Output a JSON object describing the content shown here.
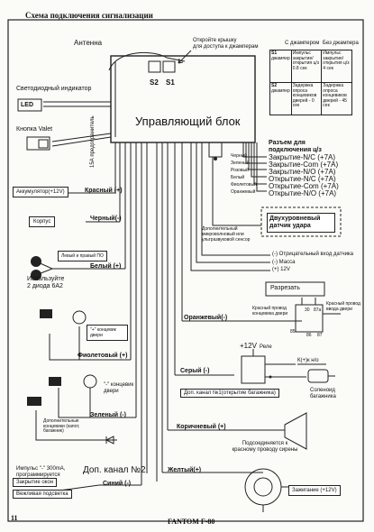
{
  "header": {
    "title": "Схема подключения сигнализации",
    "page_number": "11",
    "model": "FANTOM F-80"
  },
  "unit": {
    "title": "Управляющий блок",
    "s2": "S2",
    "s1": "S1",
    "cover_note": "Откройте крышку\nдля доступа к джамперам",
    "antenna": "Антенна"
  },
  "jumper_table": {
    "head_with": "С джампером",
    "head_without": "Без джампера",
    "rows": [
      {
        "id": "S1",
        "sub": "джампер",
        "with": "Импульс закрытие/ открытия ц/з 0.8 сек",
        "without": "Импульс закрытие/ открытия ц/з 4 сек"
      },
      {
        "id": "S2",
        "sub": "джампер",
        "with": "Задержка опроса концевиков дверей - 0 сек",
        "without": "Задержка опроса концевиков дверей - 45 сек"
      }
    ]
  },
  "led": {
    "label": "Светодиодный индикатор",
    "badge": "LED"
  },
  "valet": {
    "label": "Кнопка Valet"
  },
  "fuse_label": "15А предохранитель",
  "battery": {
    "box": "Аккумулятор(+12V)",
    "wire": "Красный (+)"
  },
  "ground": {
    "box": "Корпус",
    "wire": "Черный(-)"
  },
  "turn_lights": {
    "label": "Левый и правый ПО",
    "wire": "Белый (+)",
    "diodes": "Используйте 2 диода 6А2"
  },
  "door_plus": {
    "label": "\"+\" концевик двери",
    "wire": "Фиолетовый (+)"
  },
  "door_minus": {
    "label": "\"-\" концевик двери",
    "wire": "Зеленый (-)"
  },
  "extra_switches": "Дополнительные концевики (капот, багажник)",
  "channel2": {
    "title": "Доп. канал №2",
    "pulse": "Импульс \"-\" 300mA, программируется",
    "box1": "Закрытие окон",
    "box2": "Вежливая подсветка",
    "wire": "Синий (-)"
  },
  "central_lock": {
    "title": "Разъем для подключения ц/з",
    "wires": [
      "Черный",
      "Зеленый",
      "Розовый",
      "Белый",
      "Фиолетовый",
      "Оранжевый"
    ],
    "functions": [
      "Закрытие-N/C (+7A)",
      "Закрытие-Com (+7A)",
      "Закрытие-N/O (+7A)",
      "Открытие-N/C (+7A)",
      "Открытие-Com (+7A)",
      "Открытие-N/O (+7A)"
    ]
  },
  "shock_sensor": {
    "label": "Двухуровневый датчик удара",
    "extra": "Дополнительный микроволновый или ультразвуковой сенсор"
  },
  "sensor_inputs": [
    "(-) Отрицательный вход датчика",
    "(-) Масса",
    "(+) 12V"
  ],
  "unlock": {
    "box": "Разрезать",
    "relay_note": "Красный провод ввода двери",
    "wire": "Оранжевый(-)",
    "door_note": "Красный провод концевика двери",
    "pins": [
      "30",
      "87a",
      "85",
      "86",
      "87"
    ]
  },
  "trunk": {
    "supply": "+12V",
    "relay": "Реле",
    "wire": "Серый (-)",
    "box": "Доп. канал №1(открытие багажника)",
    "to_solenoid": "К(+)к н/о",
    "solenoid": "Соленоид багажника"
  },
  "siren": {
    "wire": "Коричневый (+)",
    "note": "Подсоединяется к красному проводу сирены"
  },
  "ignition": {
    "wire": "Желтый(+)",
    "box": "Зажигание (+12V)"
  }
}
